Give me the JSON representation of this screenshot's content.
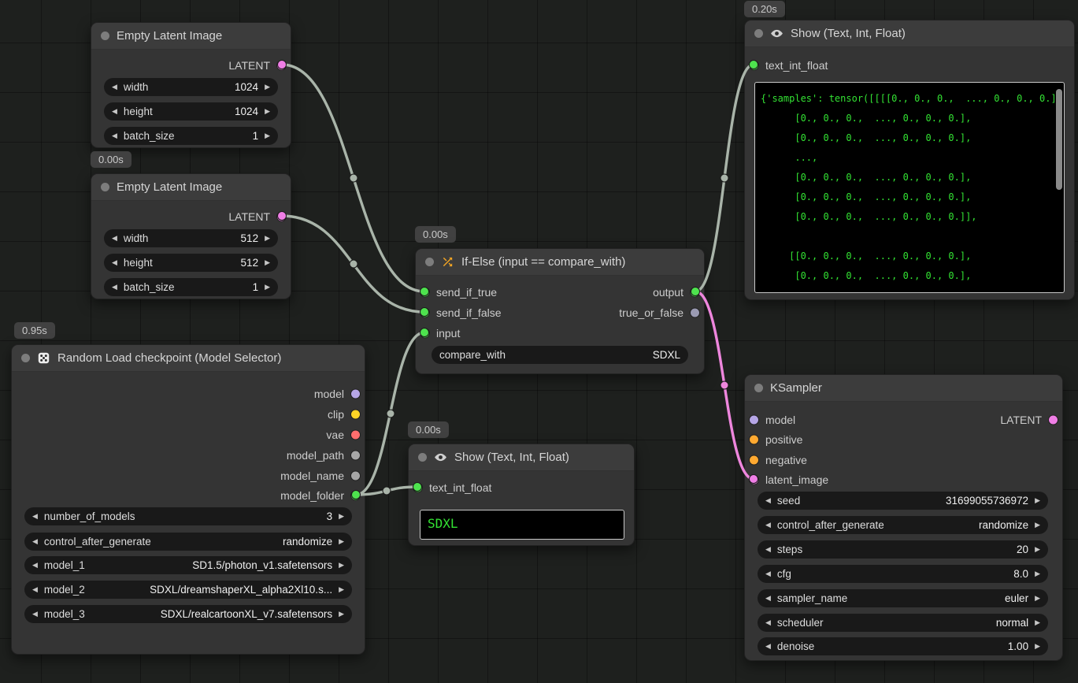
{
  "colors": {
    "wire": "#a9b4a9",
    "wire_pink": "#ee86dd",
    "port_green": "#4ee34e",
    "port_pink": "#f07ee6",
    "port_purple": "#b6a6e6",
    "port_yellow": "#ffd426",
    "port_red": "#ff6e6e",
    "port_orange": "#ffa931",
    "port_gray": "#a6a6a6",
    "show_text_green": "#33e233"
  },
  "nodes": {
    "latent1": {
      "title": "Empty Latent Image",
      "output": "LATENT",
      "widgets": [
        {
          "label": "width",
          "value": "1024"
        },
        {
          "label": "height",
          "value": "1024"
        },
        {
          "label": "batch_size",
          "value": "1"
        }
      ]
    },
    "latent2": {
      "badge": "0.00s",
      "title": "Empty Latent Image",
      "output": "LATENT",
      "widgets": [
        {
          "label": "width",
          "value": "512"
        },
        {
          "label": "height",
          "value": "512"
        },
        {
          "label": "batch_size",
          "value": "1"
        }
      ]
    },
    "random_loader": {
      "badge": "0.95s",
      "title": "Random Load checkpoint (Model Selector)",
      "outputs": [
        "model",
        "clip",
        "vae",
        "model_path",
        "model_name",
        "model_folder"
      ],
      "widgets": [
        {
          "label": "number_of_models",
          "value": "3"
        },
        {
          "label": "control_after_generate",
          "value": "randomize"
        },
        {
          "label": "model_1",
          "value": "SD1.5/photon_v1.safetensors"
        },
        {
          "label": "model_2",
          "value": "SDXL/dreamshaperXL_alpha2Xl10.s..."
        },
        {
          "label": "model_3",
          "value": "SDXL/realcartoonXL_v7.safetensors"
        }
      ]
    },
    "if_else": {
      "badge": "0.00s",
      "title": "If-Else (input == compare_with)",
      "inputs": [
        "send_if_true",
        "send_if_false",
        "input"
      ],
      "outputs": [
        "output",
        "true_or_false"
      ],
      "widgets": [
        {
          "label": "compare_with",
          "value": "SDXL"
        }
      ]
    },
    "show_small": {
      "badge": "0.00s",
      "title": "Show (Text, Int, Float)",
      "inputs": [
        "text_int_float"
      ],
      "text": "SDXL"
    },
    "show_big": {
      "badge": "0.20s",
      "title": "Show (Text, Int, Float)",
      "inputs": [
        "text_int_float"
      ],
      "text": "{'samples': tensor([[[[0., 0., 0.,  ..., 0., 0., 0.],\n      [0., 0., 0.,  ..., 0., 0., 0.],\n      [0., 0., 0.,  ..., 0., 0., 0.],\n      ...,\n      [0., 0., 0.,  ..., 0., 0., 0.],\n      [0., 0., 0.,  ..., 0., 0., 0.],\n      [0., 0., 0.,  ..., 0., 0., 0.]],\n\n     [[0., 0., 0.,  ..., 0., 0., 0.],\n      [0., 0., 0.,  ..., 0., 0., 0.],"
    },
    "ksampler": {
      "title": "KSampler",
      "inputs": [
        "model",
        "positive",
        "negative",
        "latent_image"
      ],
      "output": "LATENT",
      "widgets": [
        {
          "label": "seed",
          "value": "31699055736972"
        },
        {
          "label": "control_after_generate",
          "value": "randomize"
        },
        {
          "label": "steps",
          "value": "20"
        },
        {
          "label": "cfg",
          "value": "8.0"
        },
        {
          "label": "sampler_name",
          "value": "euler"
        },
        {
          "label": "scheduler",
          "value": "normal"
        },
        {
          "label": "denoise",
          "value": "1.00"
        }
      ]
    }
  }
}
